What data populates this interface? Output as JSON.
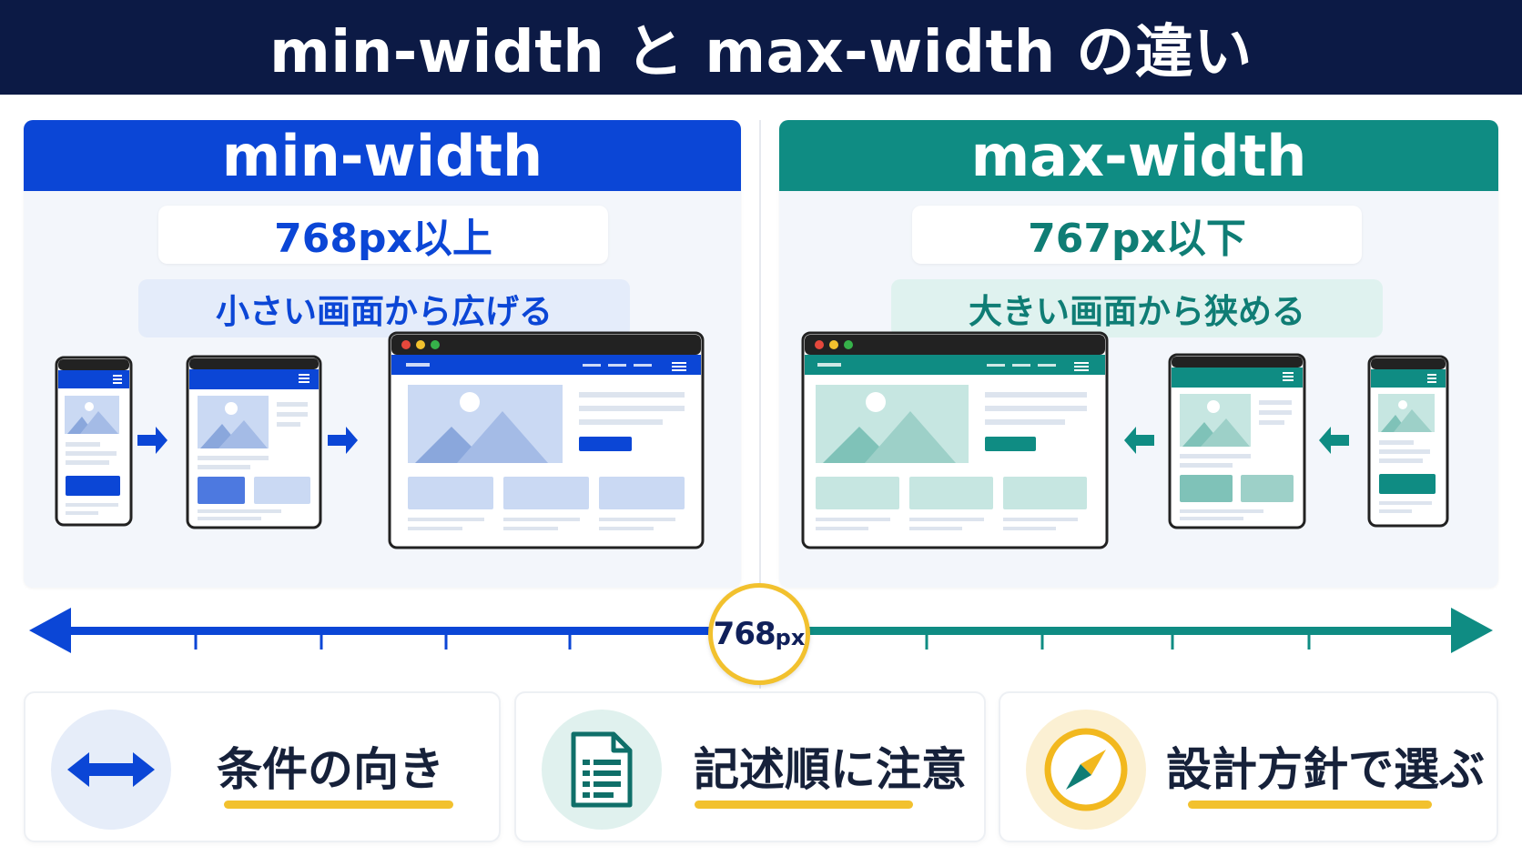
{
  "title": "min-width と max-width の違い",
  "panels": {
    "min": {
      "header": "min-width",
      "range": "768px以上",
      "description": "小さい画面から広げる",
      "accent": "#0b46d6"
    },
    "max": {
      "header": "max-width",
      "range": "767px以下",
      "description": "大きい画面から狭める",
      "accent": "#0f8c83"
    }
  },
  "breakpoint": {
    "value": "768",
    "unit": "px"
  },
  "cards": [
    {
      "label": "条件の向き",
      "icon": "double-arrow-icon"
    },
    {
      "label": "記述順に注意",
      "icon": "document-icon"
    },
    {
      "label": "設計方針で選ぶ",
      "icon": "compass-icon"
    }
  ],
  "colors": {
    "banner": "#0c1a45",
    "blue": "#0b46d6",
    "teal": "#0f8c83",
    "yellow": "#f2c12e"
  }
}
